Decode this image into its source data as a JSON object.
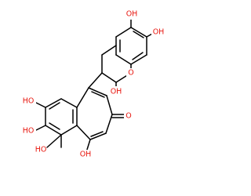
{
  "diagram": {
    "type": "chemical-structure",
    "labels": {
      "oh_top": "OH",
      "oh_right": "OH",
      "ring_oxygen": "O",
      "oh_chroman": "OH",
      "oh_left_upper": "HO",
      "oh_left_mid": "HO",
      "oh_left_lower": "HO",
      "oh_bottom": "OH",
      "ketone_oxygen": "O"
    },
    "colors": {
      "bond": "#000000",
      "oxygen": "#e8170f",
      "background": "#ffffff"
    }
  }
}
